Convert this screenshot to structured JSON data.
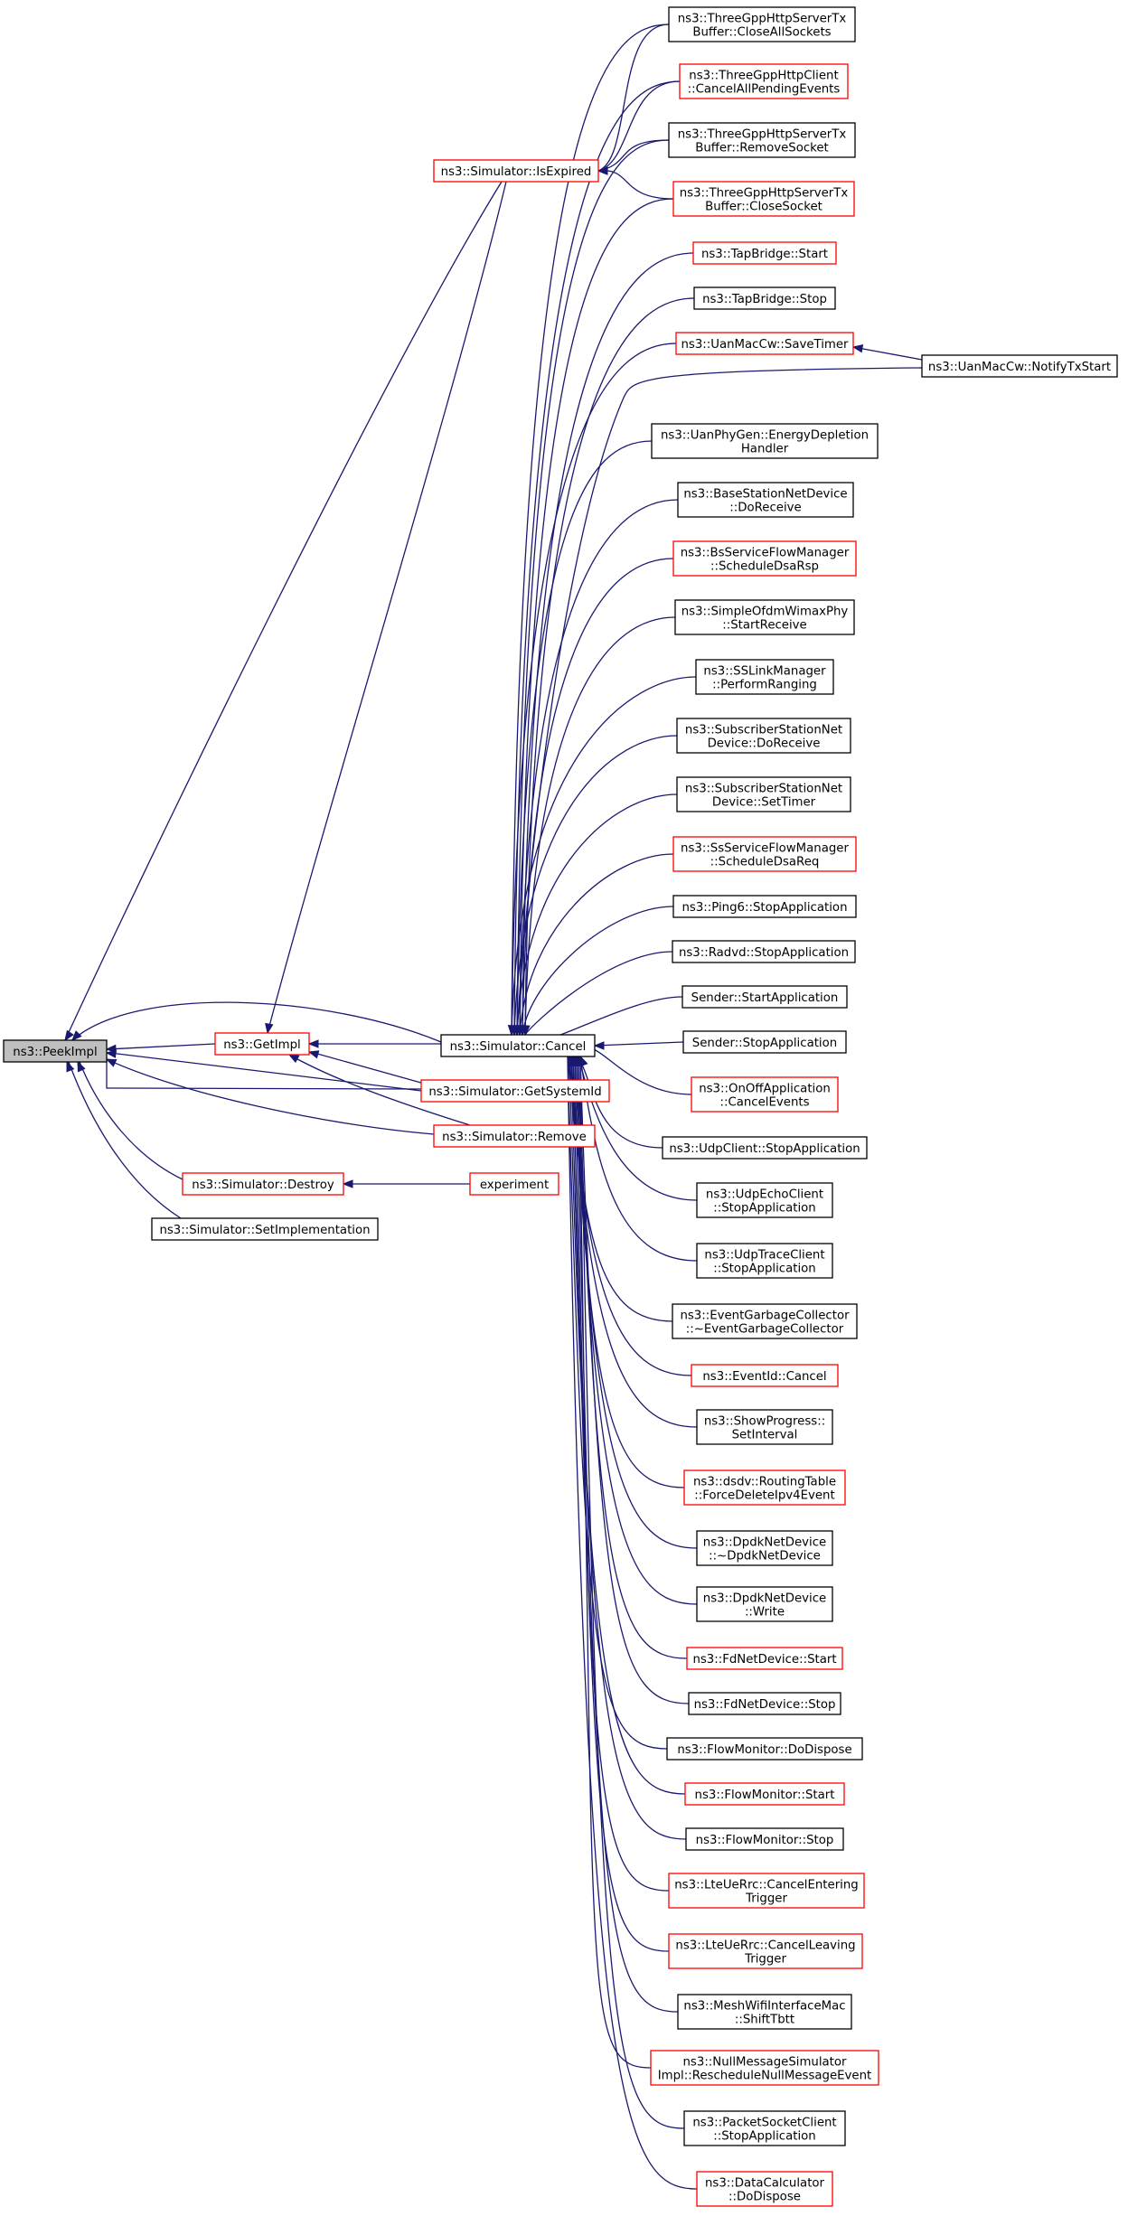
{
  "colors": {
    "edge": "#191970",
    "root_fill": "#bfbfbf",
    "red_border": "#ff0000",
    "black_border": "#000000"
  },
  "nodes": [
    {
      "id": "peekimpl",
      "lines": [
        "ns3::PeekImpl"
      ],
      "style": "root"
    },
    {
      "id": "getimpl",
      "lines": [
        "ns3::GetImpl"
      ],
      "style": "red"
    },
    {
      "id": "isexpired",
      "lines": [
        "ns3::Simulator::IsExpired"
      ],
      "style": "red"
    },
    {
      "id": "destroy",
      "lines": [
        "ns3::Simulator::Destroy"
      ],
      "style": "red"
    },
    {
      "id": "setimpl",
      "lines": [
        "ns3::Simulator::SetImplementation"
      ],
      "style": "black"
    },
    {
      "id": "cancel",
      "lines": [
        "ns3::Simulator::Cancel"
      ],
      "style": "black"
    },
    {
      "id": "getsystemid",
      "lines": [
        "ns3::Simulator::GetSystemId"
      ],
      "style": "red"
    },
    {
      "id": "remove",
      "lines": [
        "ns3::Simulator::Remove"
      ],
      "style": "red"
    },
    {
      "id": "experiment",
      "lines": [
        "experiment"
      ],
      "style": "red"
    },
    {
      "id": "closeallsockets",
      "lines": [
        "ns3::ThreeGppHttpServerTx",
        "Buffer::CloseAllSockets"
      ],
      "style": "black"
    },
    {
      "id": "cancelallpending",
      "lines": [
        "ns3::ThreeGppHttpClient",
        "::CancelAllPendingEvents"
      ],
      "style": "red"
    },
    {
      "id": "removesocket",
      "lines": [
        "ns3::ThreeGppHttpServerTx",
        "Buffer::RemoveSocket"
      ],
      "style": "black"
    },
    {
      "id": "closesocket",
      "lines": [
        "ns3::ThreeGppHttpServerTx",
        "Buffer::CloseSocket"
      ],
      "style": "red"
    },
    {
      "id": "tapstart",
      "lines": [
        "ns3::TapBridge::Start"
      ],
      "style": "red"
    },
    {
      "id": "tapstop",
      "lines": [
        "ns3::TapBridge::Stop"
      ],
      "style": "black"
    },
    {
      "id": "savetimer",
      "lines": [
        "ns3::UanMacCw::SaveTimer"
      ],
      "style": "red"
    },
    {
      "id": "notifytxstart",
      "lines": [
        "ns3::UanMacCw::NotifyTxStart"
      ],
      "style": "black"
    },
    {
      "id": "energydepletion",
      "lines": [
        "ns3::UanPhyGen::EnergyDepletion",
        "Handler"
      ],
      "style": "black"
    },
    {
      "id": "bsdoreceive",
      "lines": [
        "ns3::BaseStationNetDevice",
        "::DoReceive"
      ],
      "style": "black"
    },
    {
      "id": "scheduledsarsp",
      "lines": [
        "ns3::BsServiceFlowManager",
        "::ScheduleDsaRsp"
      ],
      "style": "red"
    },
    {
      "id": "startreceive",
      "lines": [
        "ns3::SimpleOfdmWimaxPhy",
        "::StartReceive"
      ],
      "style": "black"
    },
    {
      "id": "performranging",
      "lines": [
        "ns3::SSLinkManager",
        "::PerformRanging"
      ],
      "style": "black"
    },
    {
      "id": "ssdoreceive",
      "lines": [
        "ns3::SubscriberStationNet",
        "Device::DoReceive"
      ],
      "style": "black"
    },
    {
      "id": "settimer",
      "lines": [
        "ns3::SubscriberStationNet",
        "Device::SetTimer"
      ],
      "style": "black"
    },
    {
      "id": "scheduledsareq",
      "lines": [
        "ns3::SsServiceFlowManager",
        "::ScheduleDsaReq"
      ],
      "style": "red"
    },
    {
      "id": "ping6stop",
      "lines": [
        "ns3::Ping6::StopApplication"
      ],
      "style": "black"
    },
    {
      "id": "radvdstop",
      "lines": [
        "ns3::Radvd::StopApplication"
      ],
      "style": "black"
    },
    {
      "id": "senderstart",
      "lines": [
        "Sender::StartApplication"
      ],
      "style": "black"
    },
    {
      "id": "senderstop",
      "lines": [
        "Sender::StopApplication"
      ],
      "style": "black"
    },
    {
      "id": "onoffcancel",
      "lines": [
        "ns3::OnOffApplication",
        "::CancelEvents"
      ],
      "style": "red"
    },
    {
      "id": "udpclientstop",
      "lines": [
        "ns3::UdpClient::StopApplication"
      ],
      "style": "black"
    },
    {
      "id": "udpechostop",
      "lines": [
        "ns3::UdpEchoClient",
        "::StopApplication"
      ],
      "style": "black"
    },
    {
      "id": "udptracestop",
      "lines": [
        "ns3::UdpTraceClient",
        "::StopApplication"
      ],
      "style": "black"
    },
    {
      "id": "egc",
      "lines": [
        "ns3::EventGarbageCollector",
        "::~EventGarbageCollector"
      ],
      "style": "black"
    },
    {
      "id": "eventidcancel",
      "lines": [
        "ns3::EventId::Cancel"
      ],
      "style": "red"
    },
    {
      "id": "showprogress",
      "lines": [
        "ns3::ShowProgress::",
        "SetInterval"
      ],
      "style": "black"
    },
    {
      "id": "dsdvforce",
      "lines": [
        "ns3::dsdv::RoutingTable",
        "::ForceDeleteIpv4Event"
      ],
      "style": "red"
    },
    {
      "id": "dpdkdtor",
      "lines": [
        "ns3::DpdkNetDevice",
        "::~DpdkNetDevice"
      ],
      "style": "black"
    },
    {
      "id": "dpdkwrite",
      "lines": [
        "ns3::DpdkNetDevice",
        "::Write"
      ],
      "style": "black"
    },
    {
      "id": "fdstart",
      "lines": [
        "ns3::FdNetDevice::Start"
      ],
      "style": "red"
    },
    {
      "id": "fdstop",
      "lines": [
        "ns3::FdNetDevice::Stop"
      ],
      "style": "black"
    },
    {
      "id": "fmdodispose",
      "lines": [
        "ns3::FlowMonitor::DoDispose"
      ],
      "style": "black"
    },
    {
      "id": "fmstart",
      "lines": [
        "ns3::FlowMonitor::Start"
      ],
      "style": "red"
    },
    {
      "id": "fmstop",
      "lines": [
        "ns3::FlowMonitor::Stop"
      ],
      "style": "black"
    },
    {
      "id": "ltecancelentering",
      "lines": [
        "ns3::LteUeRrc::CancelEntering",
        "Trigger"
      ],
      "style": "red"
    },
    {
      "id": "ltecancelleaving",
      "lines": [
        "ns3::LteUeRrc::CancelLeaving",
        "Trigger"
      ],
      "style": "red"
    },
    {
      "id": "shifttbtt",
      "lines": [
        "ns3::MeshWifiInterfaceMac",
        "::ShiftTbtt"
      ],
      "style": "black"
    },
    {
      "id": "nullmsg",
      "lines": [
        "ns3::NullMessageSimulator",
        "Impl::RescheduleNullMessageEvent"
      ],
      "style": "red"
    },
    {
      "id": "packetsocketstop",
      "lines": [
        "ns3::PacketSocketClient",
        "::StopApplication"
      ],
      "style": "black"
    },
    {
      "id": "datacalc",
      "lines": [
        "ns3::DataCalculator",
        "::DoDispose"
      ],
      "style": "red"
    }
  ]
}
